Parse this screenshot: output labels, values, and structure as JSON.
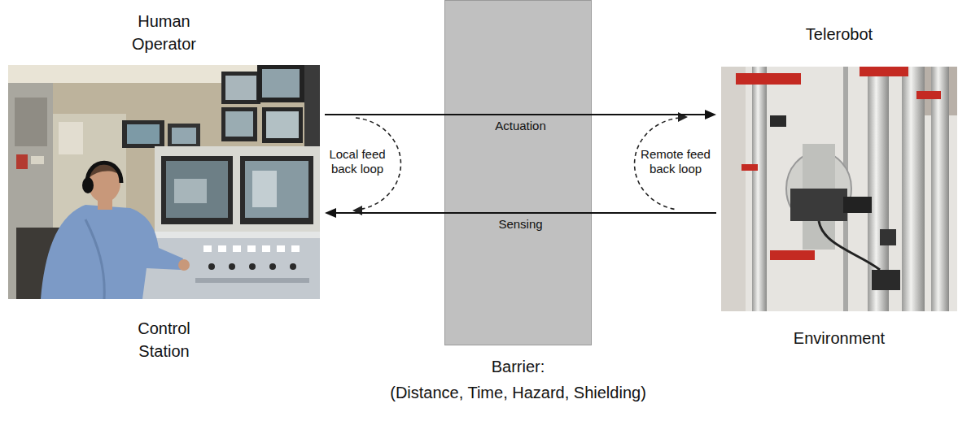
{
  "diagram": {
    "nodes": [
      {
        "text": [
          "Human Operator",
          "Control Station"
        ]
      },
      {
        "text": [
          "Barrier:",
          "(Distance, Time, Hazard, Shielding)"
        ]
      },
      {
        "text": [
          "Telerobot",
          "Environment"
        ]
      }
    ],
    "edges": [
      {
        "from": 0,
        "to": 2,
        "arrow": "to",
        "label": "Actuation"
      },
      {
        "from": 2,
        "to": 0,
        "arrow": "to",
        "label": "Sensing"
      }
    ],
    "labels": [
      "Local feed back loop",
      "Remote feed back loop"
    ]
  }
}
